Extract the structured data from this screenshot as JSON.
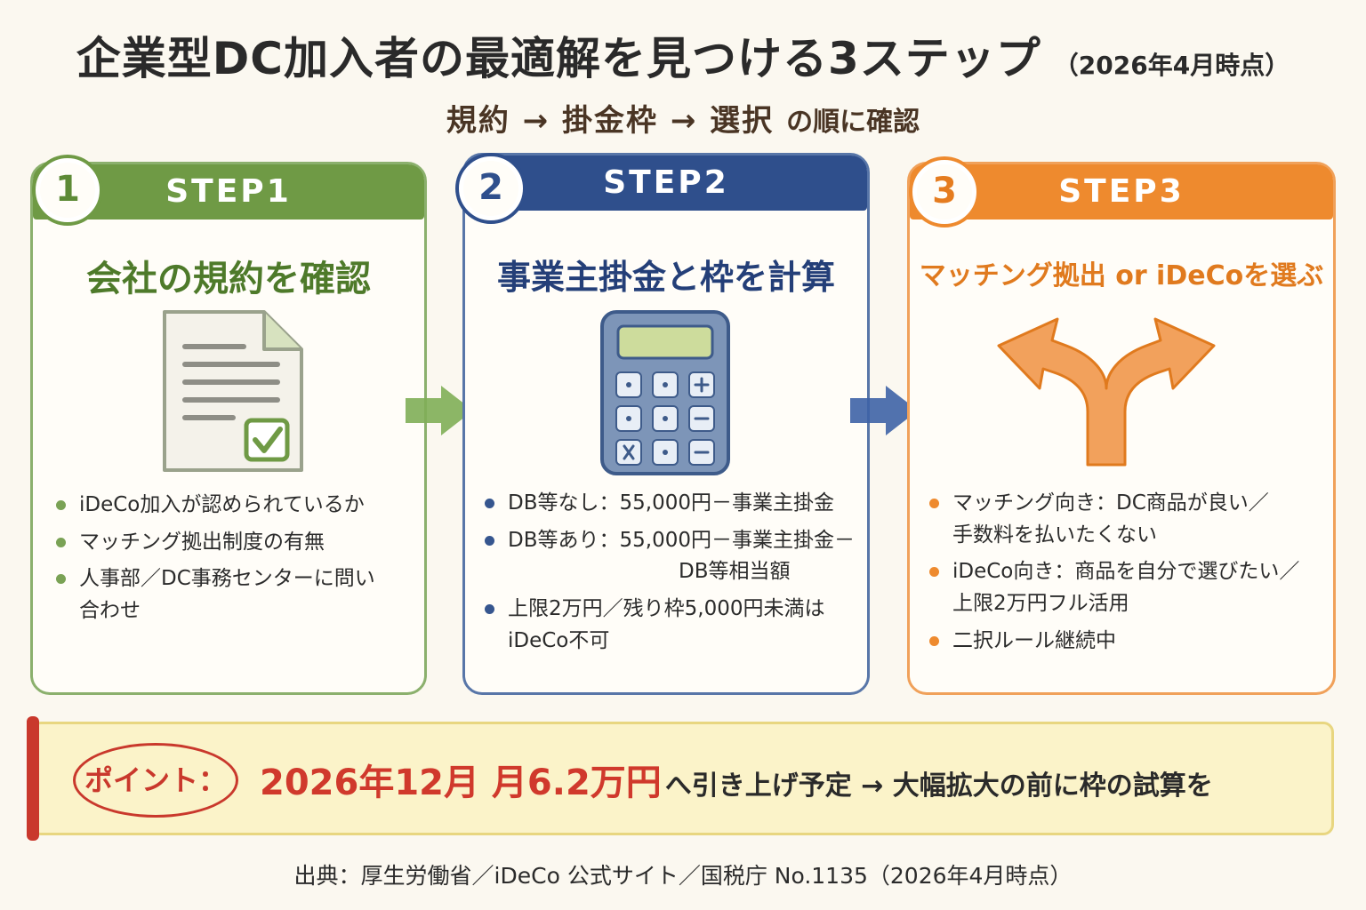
{
  "title": {
    "main": "企業型DC加入者の最適解を見つける3ステップ",
    "date": "（2026年4月時点）"
  },
  "subtitle": {
    "main": "規約 → 掛金枠 → 選択",
    "tail": "の順に確認"
  },
  "steps": [
    {
      "number": "1",
      "label": "STEP1",
      "title": "会社の規約を確認",
      "icon": "document-check-icon",
      "color": "#6f9a45",
      "bullets": [
        "iDeCo加入が認められているか",
        "マッチング拠出制度の有無",
        "人事部／DC事務センターに問い合わせ"
      ]
    },
    {
      "number": "2",
      "label": "STEP2",
      "title": "事業主掛金と枠を計算",
      "icon": "calculator-icon",
      "color": "#2f4f8c",
      "bullets": [
        "DB等なし：55,000円－事業主掛金",
        "DB等あり：55,000円－事業主掛金－",
        "DB等相当額",
        "上限2万円／残り枠5,000円未満は",
        "iDeCo不可"
      ]
    },
    {
      "number": "3",
      "label": "STEP3",
      "title": "マッチング拠出 or iDeCoを選ぶ",
      "icon": "fork-arrow-icon",
      "color": "#ee8a2e",
      "bullets": [
        "マッチング向き：DC商品が良い／",
        "手数料を払いたくない",
        "iDeCo向き：商品を自分で選びたい／",
        "上限2万円フル活用",
        "二択ルール継続中"
      ]
    }
  ],
  "point": {
    "label": "ポイント：",
    "highlight": "2026年12月 月6.2万円",
    "rest": "へ引き上げ予定 → 大幅拡大の前に枠の試算を",
    "color": "#d0392c"
  },
  "source": "出典：厚生労働省／iDeCo 公式サイト／国税庁 No.1135（2026年4月時点）"
}
